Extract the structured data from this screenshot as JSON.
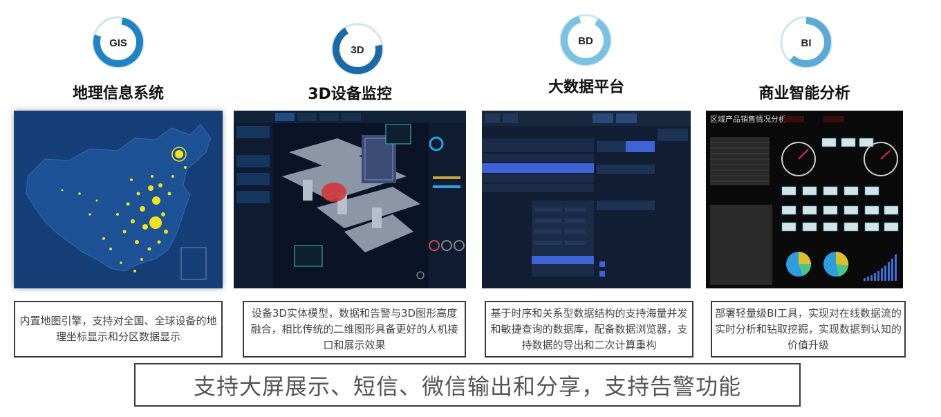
{
  "modules": [
    {
      "id": "gis",
      "badge": "GIS",
      "title": "地理信息系统",
      "description": "内置地图引擎，支持对全国、全球设备的地理坐标显示和分区数据显示"
    },
    {
      "id": "3d",
      "badge": "3D",
      "title": "3D设备监控",
      "description": "设备3D实体模型，数据和告警与3D图形高度融合，相比传统的二维图形具备更好的人机接口和展示效果"
    },
    {
      "id": "bd",
      "badge": "BD",
      "title": "大数据平台",
      "description": "基于时序和关系型数据结构的支持海量并发和敏捷查询的数据库，配备数据浏览器，支持数据的导出和二次计算重构"
    },
    {
      "id": "bi",
      "badge": "BI",
      "title": "商业智能分析",
      "description": "部署轻量级BI工具，实现对在线数据流的实时分析和钻取挖掘，实现数据到认知的价值升级"
    }
  ],
  "bi_dashboard": {
    "title": "区域产品销售情况分析"
  },
  "footer": {
    "text": "支持大屏展示、短信、微信输出和分享，支持告警功能"
  },
  "colors": {
    "badge_ring": "#1f84c6",
    "badge_ring_light": "#9ccbe6",
    "map_bg": "#163f78",
    "map_land": "#1d5296",
    "map_dot": "#f2e11d",
    "dashboard_bg": "#0b1426",
    "bi_bg": "#0a0a0a",
    "highlight": "#3d63d6"
  }
}
